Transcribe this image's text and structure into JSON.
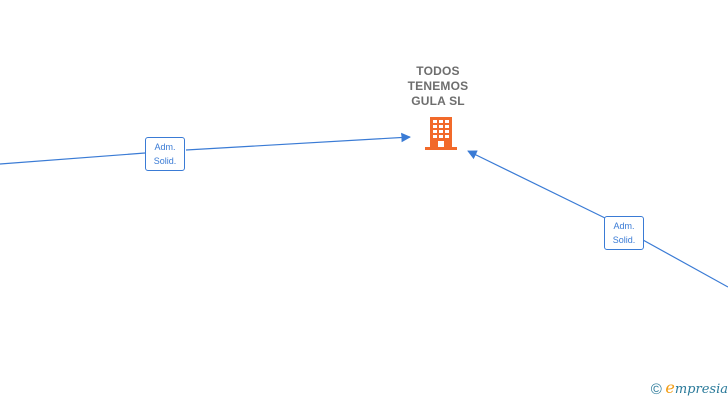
{
  "company": {
    "name_lines": [
      "TODOS",
      "TENEMOS",
      "GULA  SL"
    ],
    "icon": "building-icon",
    "icon_color": "#f26a2a"
  },
  "edges": [
    {
      "label_lines": [
        "Adm.",
        "Solid."
      ],
      "color": "#3a7bd5"
    },
    {
      "label_lines": [
        "Adm.",
        "Solid."
      ],
      "color": "#3a7bd5"
    }
  ],
  "watermark": {
    "copyright_symbol": "©",
    "brand_initial": "e",
    "brand_rest": "mpresia"
  }
}
